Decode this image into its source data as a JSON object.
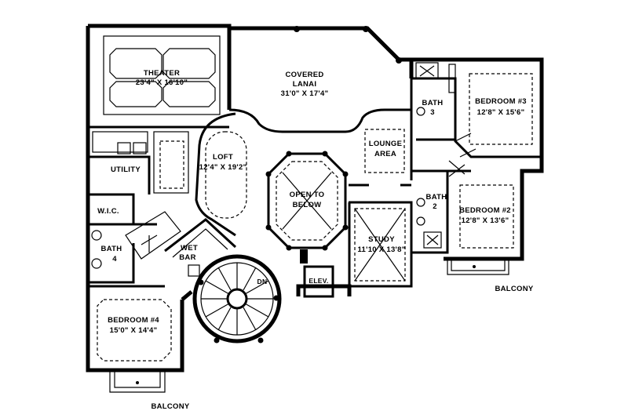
{
  "rooms": {
    "theater": {
      "name": "THEATER",
      "dims": "23'4\" X 16'10\""
    },
    "lanai": {
      "name1": "COVERED",
      "name2": "LANAI",
      "dims": "31'0\" X 17'4\""
    },
    "bath3": {
      "name": "BATH",
      "num": "3"
    },
    "bedroom3": {
      "name": "BEDROOM #3",
      "dims": "12'8\" X 15'6\""
    },
    "utility": {
      "name": "UTILITY"
    },
    "loft": {
      "name": "LOFT",
      "dims": "12'4\" X 19'2\""
    },
    "lounge": {
      "name1": "LOUNGE",
      "name2": "AREA"
    },
    "open": {
      "name1": "OPEN TO",
      "name2": "BELOW"
    },
    "bath2": {
      "name": "BATH",
      "num": "2"
    },
    "bedroom2": {
      "name": "BEDROOM #2",
      "dims": "12'8\" X 13'6\""
    },
    "wic": {
      "name": "W.I.C."
    },
    "bath4": {
      "name": "BATH",
      "num": "4"
    },
    "wetbar": {
      "name1": "WET",
      "name2": "BAR"
    },
    "study": {
      "name": "STUDY",
      "dims": "11'10 X 13'8\""
    },
    "elev": {
      "name": "ELEV."
    },
    "stair": {
      "label": "DN"
    },
    "bedroom4": {
      "name": "BEDROOM #4",
      "dims": "15'0\" X 14'4\""
    }
  },
  "balconies": {
    "right": "BALCONY",
    "bottom": "BALCONY"
  }
}
